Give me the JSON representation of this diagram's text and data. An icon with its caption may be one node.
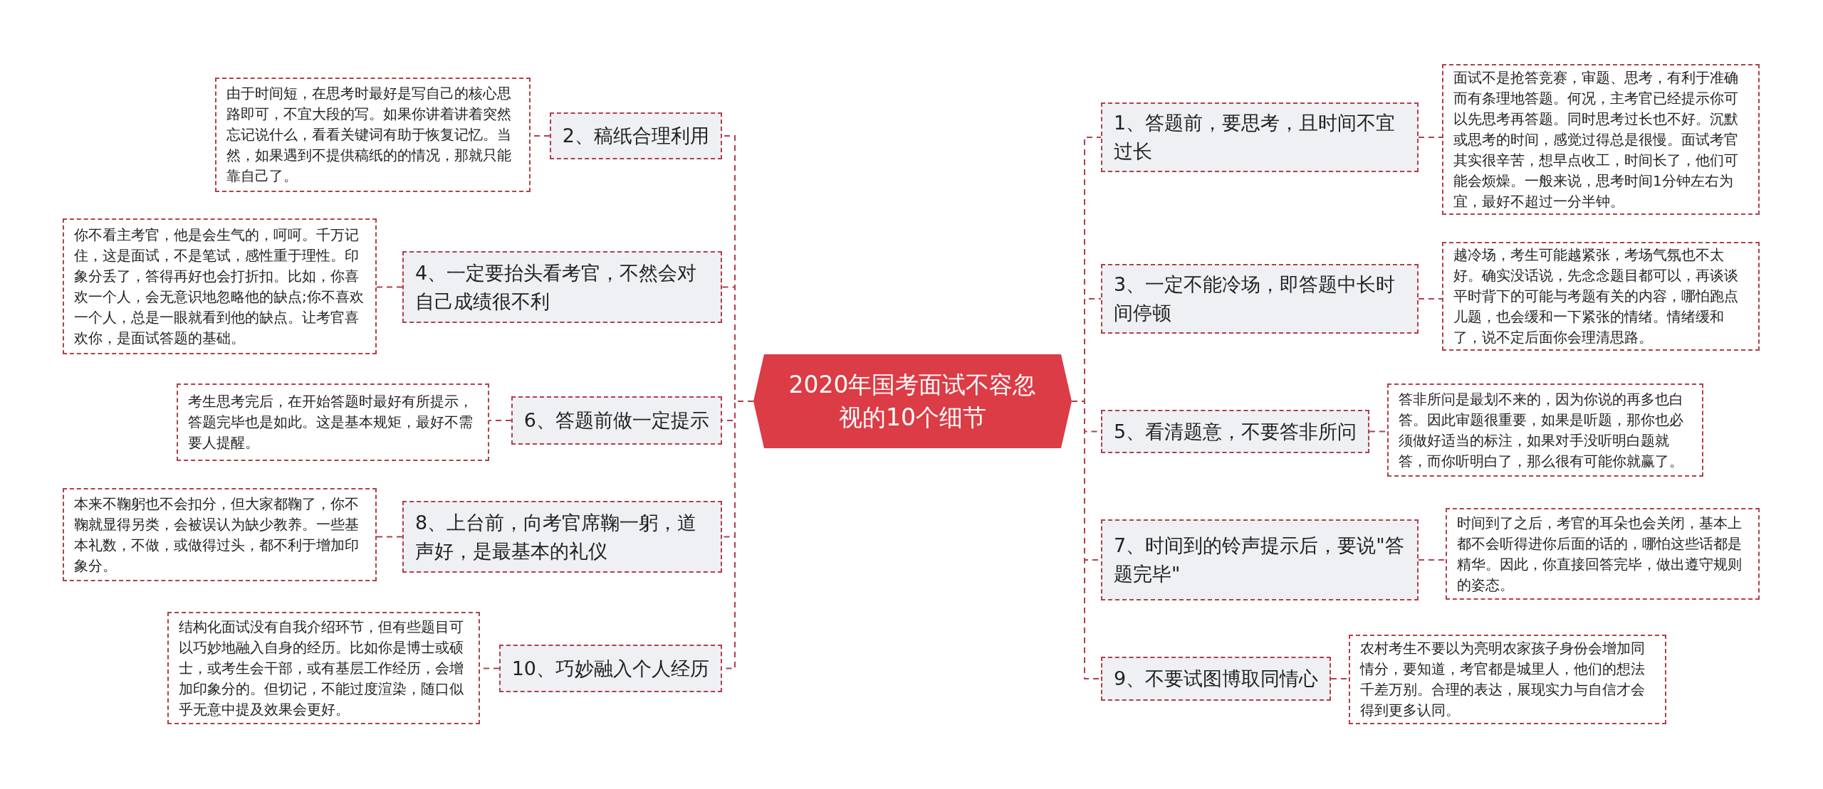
{
  "diagram": {
    "nodes": [
      {
        "text": [
          "2020年国考面试不容忽视的10个细节"
        ]
      },
      {
        "text": [
          "1、答题前，要思考，且时间不宜过长"
        ]
      },
      {
        "text": [
          "面试不是抢答竞赛，审题、思考，有利于准确而有条理地答题。何况，主考官已经提示你可以先思考再答题。同时思考过长也不好。沉默或思考的时间，感觉过得总是很慢。面试考官其实很辛苦，想早点收工，时间长了，他们可能会烦燥。一般来说，思考时间1分钟左右为宜，最好不超过一分半钟。"
        ]
      },
      {
        "text": [
          "2、稿纸合理利用"
        ]
      },
      {
        "text": [
          "由于时间短，在思考时最好是写自己的核心思路即可，不宜大段的写。如果你讲着讲着突然忘记说什么，看看关键词有助于恢复记忆。当然，如果遇到不提供稿纸的的情况，那就只能靠自己了。"
        ]
      },
      {
        "text": [
          "3、一定不能冷场，即答题中长时间停顿"
        ]
      },
      {
        "text": [
          "越冷场，考生可能越紧张，考场气氛也不太好。确实没话说，先念念题目都可以，再谈谈平时背下的可能与考题有关的内容，哪怕跑点儿题，也会缓和一下紧张的情绪。情绪缓和了，说不定后面你会理清思路。"
        ]
      },
      {
        "text": [
          "4、一定要抬头看考官，不然会对自己成绩很不利"
        ]
      },
      {
        "text": [
          "你不看主考官，他是会生气的，呵呵。千万记住，这是面试，不是笔试，感性重于理性。印象分丢了，答得再好也会打折扣。比如，你喜欢一个人，会无意识地忽略他的缺点;你不喜欢一个人，总是一眼就看到他的缺点。让考官喜欢你，是面试答题的基础。"
        ]
      },
      {
        "text": [
          "5、看清题意，不要答非所问"
        ]
      },
      {
        "text": [
          "答非所问是最划不来的，因为你说的再多也白答。因此审题很重要，如果是听题，那你也必须做好适当的标注，如果对手没听明白题就答，而你听明白了，那么很有可能你就赢了。"
        ]
      },
      {
        "text": [
          "6、答题前做一定提示"
        ]
      },
      {
        "text": [
          "考生思考完后，在开始答题时最好有所提示，答题完毕也是如此。这是基本规矩，最好不需要人提醒。"
        ]
      },
      {
        "text": [
          "7、时间到的铃声提示后，要说\"答题完毕\""
        ]
      },
      {
        "text": [
          "时间到了之后，考官的耳朵也会关闭，基本上都不会听得进你后面的话的，哪怕这些话都是精华。因此，你直接回答完毕，做出遵守规则的姿态。"
        ]
      },
      {
        "text": [
          "8、上台前，向考官席鞠一躬，道声好，是最基本的礼仪"
        ]
      },
      {
        "text": [
          "本来不鞠躬也不会扣分，但大家都鞠了，你不鞠就显得另类，会被误认为缺少教养。一些基本礼数，不做，或做得过头，都不利于增加印象分。"
        ]
      },
      {
        "text": [
          "9、不要试图博取同情心"
        ]
      },
      {
        "text": [
          "农村考生不要以为亮明农家孩子身份会增加同情分，要知道，考官都是城里人，他们的想法千差万别。合理的表达，展现实力与自信才会得到更多认同。"
        ]
      },
      {
        "text": [
          "10、巧妙融入个人经历"
        ]
      },
      {
        "text": [
          "结构化面试没有自我介绍环节，但有些题目可以巧妙地融入自身的经历。比如你是博士或硕士，或考生会干部，或有基层工作经历，会增加印象分的。但切记，不能过度渲染，随口似乎无意中提及效果会更好。"
        ]
      }
    ],
    "edges": [
      {
        "from": 0,
        "to": 1,
        "arrow": "none"
      },
      {
        "from": 1,
        "to": 2,
        "arrow": "none"
      },
      {
        "from": 0,
        "to": 3,
        "arrow": "none"
      },
      {
        "from": 3,
        "to": 4,
        "arrow": "none"
      },
      {
        "from": 0,
        "to": 5,
        "arrow": "none"
      },
      {
        "from": 5,
        "to": 6,
        "arrow": "none"
      },
      {
        "from": 0,
        "to": 7,
        "arrow": "none"
      },
      {
        "from": 7,
        "to": 8,
        "arrow": "none"
      },
      {
        "from": 0,
        "to": 9,
        "arrow": "none"
      },
      {
        "from": 9,
        "to": 10,
        "arrow": "none"
      },
      {
        "from": 0,
        "to": 11,
        "arrow": "none"
      },
      {
        "from": 11,
        "to": 12,
        "arrow": "none"
      },
      {
        "from": 0,
        "to": 13,
        "arrow": "none"
      },
      {
        "from": 13,
        "to": 14,
        "arrow": "none"
      },
      {
        "from": 0,
        "to": 15,
        "arrow": "none"
      },
      {
        "from": 15,
        "to": 16,
        "arrow": "none"
      },
      {
        "from": 0,
        "to": 17,
        "arrow": "none"
      },
      {
        "from": 17,
        "to": 18,
        "arrow": "none"
      },
      {
        "from": 0,
        "to": 19,
        "arrow": "none"
      },
      {
        "from": 19,
        "to": 20,
        "arrow": "none"
      }
    ]
  }
}
